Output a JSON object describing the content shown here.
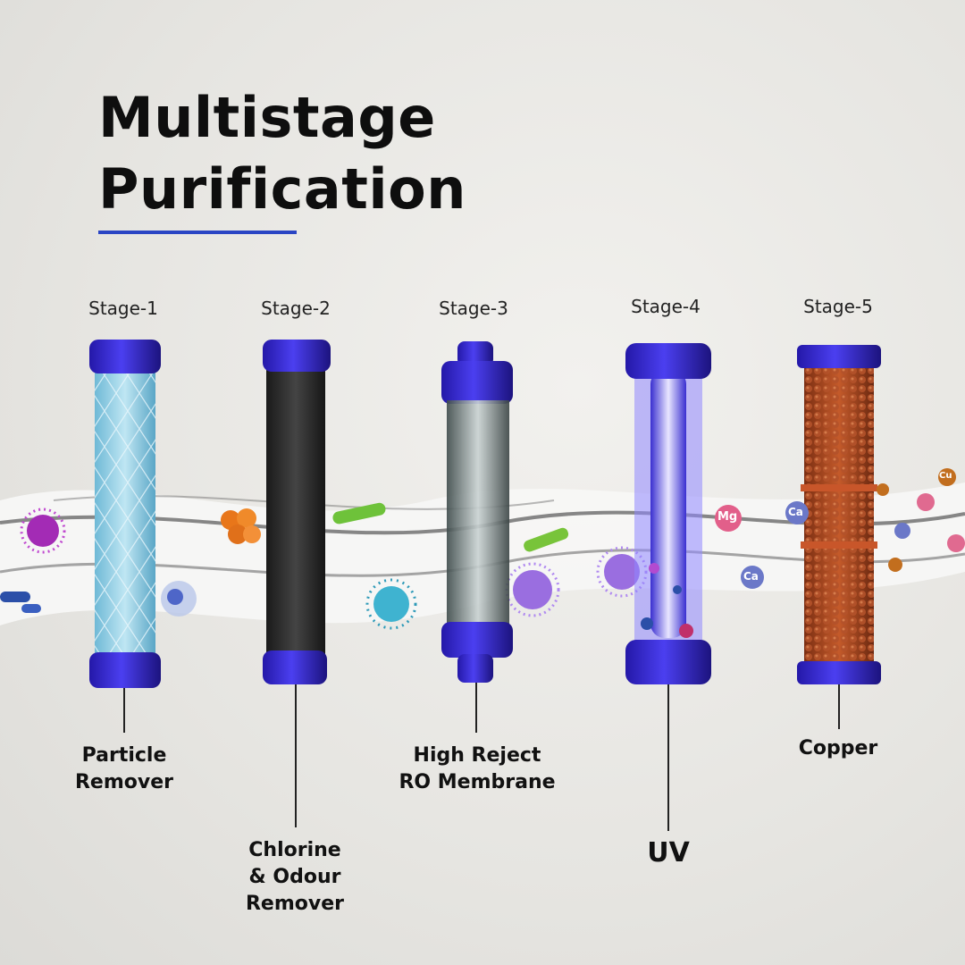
{
  "title": {
    "line1": "Multistage",
    "line2": "Purification"
  },
  "stages": [
    {
      "stage": "Stage-1",
      "name_lines": [
        "Particle",
        "Remover"
      ]
    },
    {
      "stage": "Stage-2",
      "name_lines": [
        "Chlorine",
        "& Odour",
        "Remover"
      ]
    },
    {
      "stage": "Stage-3",
      "name_lines": [
        "High Reject",
        "RO Membrane"
      ]
    },
    {
      "stage": "Stage-4",
      "name_lines": [
        "UV"
      ]
    },
    {
      "stage": "Stage-5",
      "name_lines": [
        "Copper"
      ]
    }
  ],
  "minerals": [
    "Mg",
    "Ca",
    "Cu"
  ],
  "colors": {
    "accent": "#2a45c4",
    "cap": "#3a2fd0",
    "sediment": "#8fcfe6",
    "carbon": "#2b2b2b",
    "uv": "#6a5cff",
    "copper": "#a8461f"
  }
}
